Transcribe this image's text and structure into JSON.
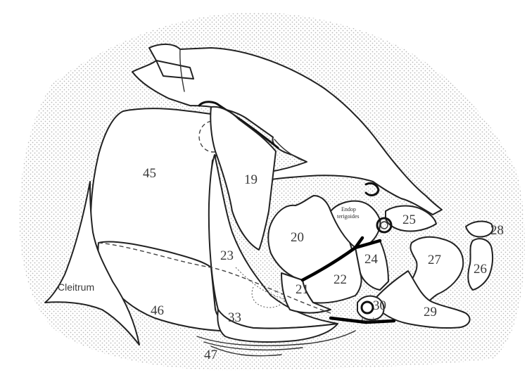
{
  "labels": {
    "l45": "45",
    "l19": "19",
    "l20": "20",
    "l23": "23",
    "l24": "24",
    "l25": "25",
    "l28": "28",
    "l27": "27",
    "l26": "26",
    "l22": "22",
    "l21": "21",
    "l46": "46",
    "l33": "33",
    "l30": "30",
    "l29": "29",
    "l47": "47",
    "endop_line1": "Endop",
    "endop_line2": "terigoides",
    "angular": "Angular",
    "cleitrum": "Cleitrum"
  },
  "colors": {
    "stipple": "#bdbdbd",
    "outline": "#222222",
    "label": "#3a3a3a"
  }
}
